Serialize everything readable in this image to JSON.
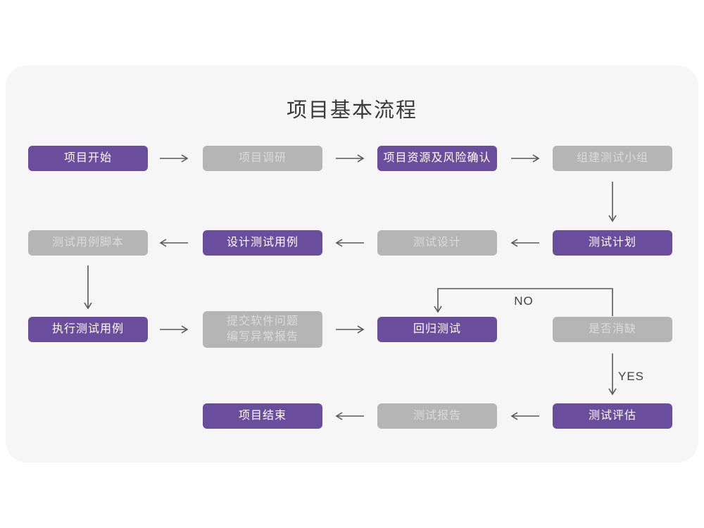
{
  "title": "项目基本流程",
  "decision": {
    "no": "NO",
    "yes": "YES"
  },
  "colors": {
    "primary_box": "#6b4d9d",
    "secondary_box": "#b5b5b5",
    "primary_text": "#ffffff",
    "secondary_text": "#dadada",
    "card_background": "#f6f6f6",
    "page_background": "#ffffff",
    "arrow": "#58585a",
    "title_text": "#3a3a3a"
  },
  "nodes": [
    {
      "label": "项目开始",
      "emphasis": "primary"
    },
    {
      "label": "项目调研",
      "emphasis": "secondary"
    },
    {
      "label": "项目资源及风险确认",
      "emphasis": "primary"
    },
    {
      "label": "组建测试小组",
      "emphasis": "secondary"
    },
    {
      "label": "测试用例脚本",
      "emphasis": "secondary"
    },
    {
      "label": "设计测试用例",
      "emphasis": "primary"
    },
    {
      "label": "测试设计",
      "emphasis": "secondary"
    },
    {
      "label": "测试计划",
      "emphasis": "primary"
    },
    {
      "label": "执行测试用例",
      "emphasis": "primary"
    },
    {
      "label": "提交软件问题\n编写异常报告",
      "emphasis": "secondary"
    },
    {
      "label": "回归测试",
      "emphasis": "primary"
    },
    {
      "label": "是否消缺",
      "emphasis": "secondary"
    },
    {
      "label": "项目结束",
      "emphasis": "primary"
    },
    {
      "label": "测试报告",
      "emphasis": "secondary"
    },
    {
      "label": "测试评估",
      "emphasis": "primary"
    }
  ],
  "edges": [
    {
      "from": "项目开始",
      "to": "项目调研",
      "label": ""
    },
    {
      "from": "项目调研",
      "to": "项目资源及风险确认",
      "label": ""
    },
    {
      "from": "项目资源及风险确认",
      "to": "组建测试小组",
      "label": ""
    },
    {
      "from": "组建测试小组",
      "to": "测试计划",
      "label": ""
    },
    {
      "from": "测试计划",
      "to": "测试设计",
      "label": ""
    },
    {
      "from": "测试设计",
      "to": "设计测试用例",
      "label": ""
    },
    {
      "from": "设计测试用例",
      "to": "测试用例脚本",
      "label": ""
    },
    {
      "from": "测试用例脚本",
      "to": "执行测试用例",
      "label": ""
    },
    {
      "from": "执行测试用例",
      "to": "提交软件问题编写异常报告",
      "label": ""
    },
    {
      "from": "提交软件问题编写异常报告",
      "to": "回归测试",
      "label": ""
    },
    {
      "from": "回归测试",
      "to": "是否消缺",
      "label": ""
    },
    {
      "from": "是否消缺",
      "to": "回归测试",
      "label": "NO"
    },
    {
      "from": "是否消缺",
      "to": "测试评估",
      "label": "YES"
    },
    {
      "from": "测试评估",
      "to": "测试报告",
      "label": ""
    },
    {
      "from": "测试报告",
      "to": "项目结束",
      "label": ""
    }
  ]
}
